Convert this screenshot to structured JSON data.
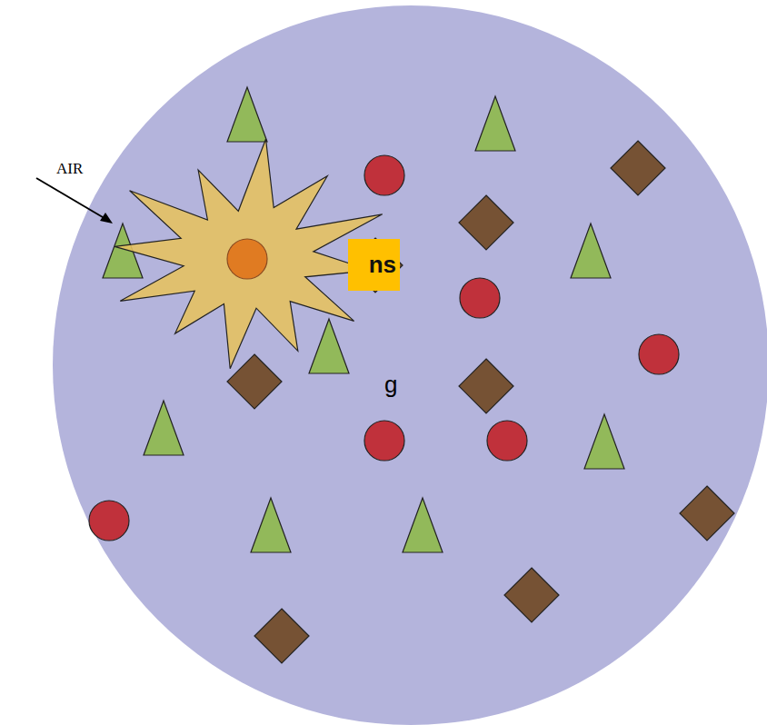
{
  "diagram": {
    "nodes": [
      {
        "text": [
          "ns"
        ]
      }
    ],
    "labels": [
      "AIR",
      "g"
    ]
  }
}
